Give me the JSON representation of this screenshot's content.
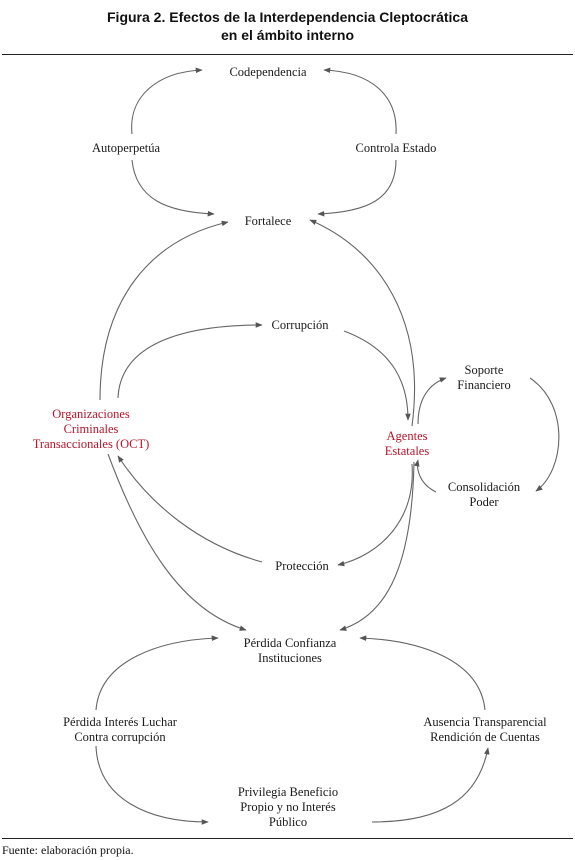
{
  "title": {
    "line1": "Figura 2. Efectos de la Interdependencia Cleptocrática",
    "line2": "en el ámbito interno"
  },
  "source": "Fuente: elaboración propia.",
  "colors": {
    "highlight": "#b5152b",
    "text": "#1a1a1a",
    "arrow": "#666666"
  },
  "nodes": [
    {
      "id": "codependencia",
      "lines": [
        "Codependencia"
      ]
    },
    {
      "id": "autoperpetua",
      "lines": [
        "Autoperpetúa"
      ]
    },
    {
      "id": "controla",
      "lines": [
        "Controla Estado"
      ]
    },
    {
      "id": "fortalece",
      "lines": [
        "Fortalece"
      ]
    },
    {
      "id": "corrupcion",
      "lines": [
        "Corrupción"
      ]
    },
    {
      "id": "soporte",
      "lines": [
        "Soporte",
        "Financiero"
      ]
    },
    {
      "id": "oct",
      "lines": [
        "Organizaciones",
        "Criminales",
        "Transaccionales (OCT)"
      ],
      "highlight": true
    },
    {
      "id": "agentes",
      "lines": [
        "Agentes",
        "Estatales"
      ],
      "highlight": true
    },
    {
      "id": "consolidacion",
      "lines": [
        "Consolidación",
        "Poder"
      ]
    },
    {
      "id": "proteccion",
      "lines": [
        "Protección"
      ]
    },
    {
      "id": "perdida_confianza",
      "lines": [
        "Pérdida Confianza",
        "Instituciones"
      ]
    },
    {
      "id": "perdida_interes",
      "lines": [
        "Pérdida Interés Luchar",
        "Contra corrupción"
      ]
    },
    {
      "id": "ausencia",
      "lines": [
        "Ausencia Transparencial",
        "Rendición de Cuentas"
      ]
    },
    {
      "id": "privilegia",
      "lines": [
        "Privilegia Beneficio",
        "Propio y no Interés",
        "Público"
      ]
    }
  ],
  "edges": [
    {
      "from": "autoperpetua",
      "to": "codependencia"
    },
    {
      "from": "autoperpetua",
      "to": "fortalece"
    },
    {
      "from": "controla",
      "to": "codependencia"
    },
    {
      "from": "controla",
      "to": "fortalece"
    },
    {
      "from": "oct",
      "to": "fortalece"
    },
    {
      "from": "agentes",
      "to": "fortalece"
    },
    {
      "from": "oct",
      "to": "corrupcion"
    },
    {
      "from": "corrupcion",
      "to": "agentes"
    },
    {
      "from": "agentes",
      "to": "soporte"
    },
    {
      "from": "soporte",
      "to": "consolidacion"
    },
    {
      "from": "consolidacion",
      "to": "agentes"
    },
    {
      "from": "agentes",
      "to": "proteccion"
    },
    {
      "from": "proteccion",
      "to": "oct"
    },
    {
      "from": "oct",
      "to": "perdida_confianza"
    },
    {
      "from": "agentes",
      "to": "perdida_confianza"
    },
    {
      "from": "perdida_interes",
      "to": "perdida_confianza"
    },
    {
      "from": "perdida_interes",
      "to": "privilegia"
    },
    {
      "from": "privilegia",
      "to": "ausencia"
    },
    {
      "from": "ausencia",
      "to": "perdida_confianza"
    }
  ]
}
